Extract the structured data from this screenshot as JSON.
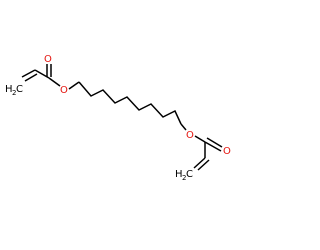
{
  "molecule": {
    "labels": {
      "o_carbonyl_top": "O",
      "o_ester_top": "O",
      "o_ester_bottom": "O",
      "o_carbonyl_bottom": "O",
      "ch2_top": "H",
      "ch2_top_sub": "2",
      "ch2_top_c": "C",
      "ch2_bottom": "H",
      "ch2_bottom_sub": "2",
      "ch2_bottom_c": "C"
    },
    "colors": {
      "bond": "#000000",
      "oxygen": "#e4140e"
    }
  }
}
